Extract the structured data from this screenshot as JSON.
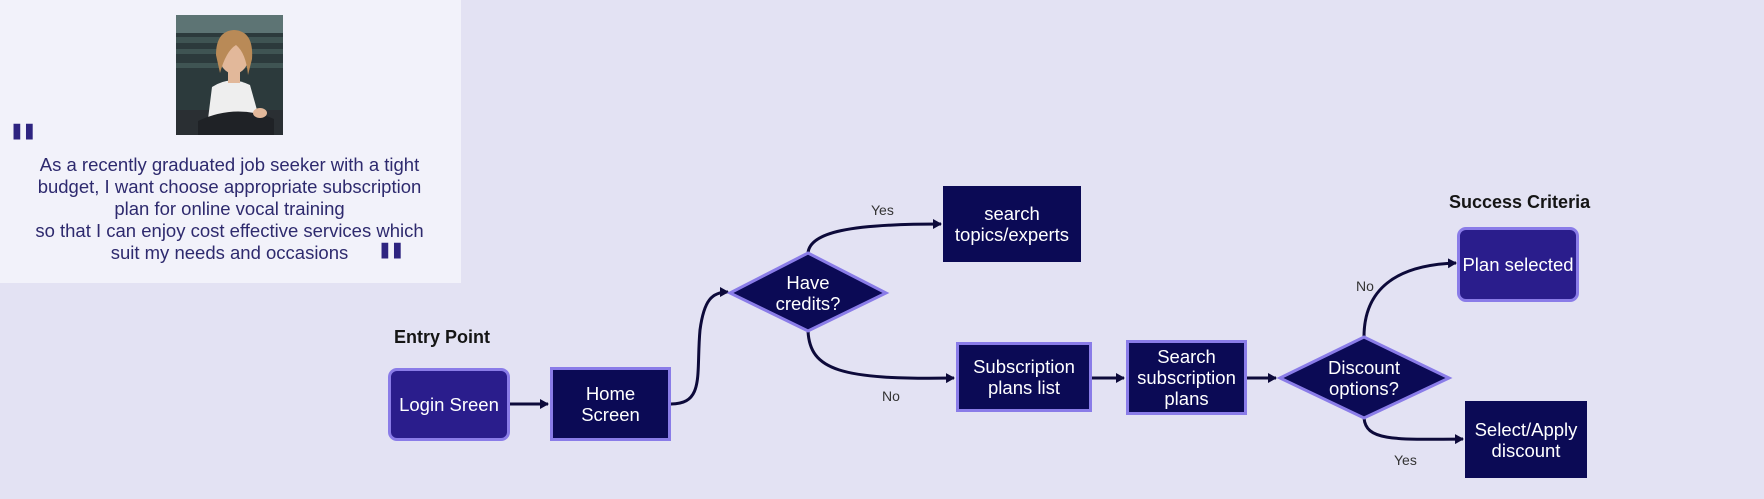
{
  "persona": {
    "quote_lines": [
      "As a recently graduated job seeker with a tight",
      "budget, I want choose appropriate subscription",
      "plan for online vocal training",
      "so that I can enjoy cost effective services which",
      "suit my needs and occasions"
    ],
    "quote_mark_open": "\"",
    "quote_mark_close": "\""
  },
  "labels": {
    "entry_point": "Entry Point",
    "success_criteria": "Success Criteria"
  },
  "nodes": {
    "login": "Login Sreen",
    "home": "Home\nScreen",
    "have_credits": "Have\ncredits?",
    "search_topics": "search\ntopics/experts",
    "subscription_list": "Subscription\nplans list",
    "search_plans": "Search\nsubscription\nplans",
    "discount": "Discount\noptions?",
    "plan_selected": "Plan selected",
    "apply_discount": "Select/Apply\ndiscount"
  },
  "edges": {
    "credits_yes": "Yes",
    "credits_no": "No",
    "discount_no": "No",
    "discount_yes": "Yes"
  },
  "colors": {
    "background": "#e3e2f3",
    "panel": "#f2f2fa",
    "node_dark": "#0b0a55",
    "node_purple": "#2a1d8c",
    "node_border": "#8a7ce8",
    "connector": "#0d0a3a"
  }
}
